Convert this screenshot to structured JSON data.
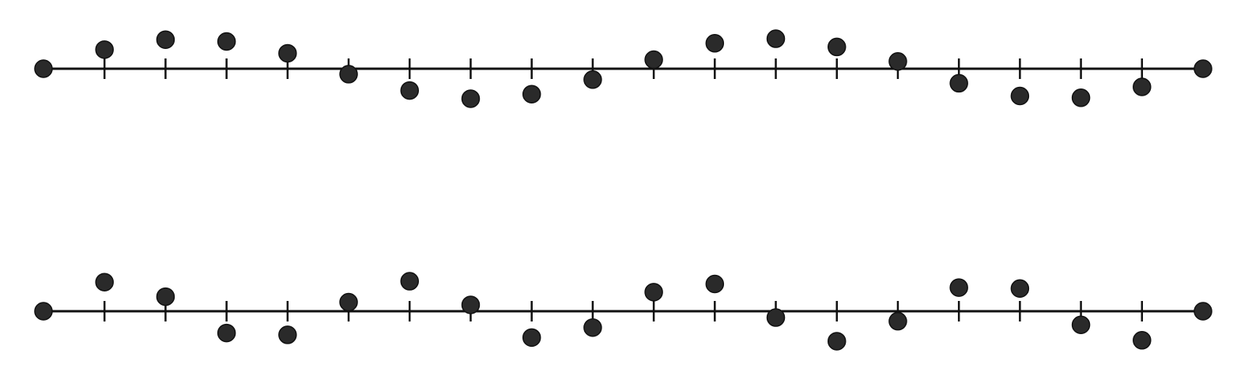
{
  "chart_data": [
    {
      "type": "scatter",
      "name": "upper-row",
      "x": [
        0,
        1,
        2,
        3,
        4,
        5,
        6,
        7,
        8,
        9,
        10,
        11,
        12,
        13,
        14,
        15,
        16,
        17,
        18,
        19
      ],
      "values": [
        0,
        2.1,
        3.2,
        3.0,
        1.7,
        -0.6,
        -2.4,
        -3.3,
        -2.8,
        -1.2,
        1.0,
        2.8,
        3.3,
        2.4,
        0.8,
        -1.6,
        -3.0,
        -3.2,
        -2.0,
        0
      ],
      "ylim": [
        -4,
        4
      ],
      "colors": {
        "point": "#2a2a2a",
        "axis": "#111111"
      }
    },
    {
      "type": "scatter",
      "name": "lower-row",
      "x": [
        0,
        1,
        2,
        3,
        4,
        5,
        6,
        7,
        8,
        9,
        10,
        11,
        12,
        13,
        14,
        15,
        16,
        17,
        18,
        19
      ],
      "values": [
        0,
        3.2,
        1.6,
        -2.4,
        -2.6,
        1.0,
        3.3,
        0.7,
        -2.9,
        -1.8,
        2.1,
        3.0,
        -0.7,
        -3.3,
        -1.1,
        2.6,
        2.5,
        -1.5,
        -3.2,
        0
      ],
      "ylim": [
        -4,
        4
      ],
      "colors": {
        "point": "#2a2a2a",
        "axis": "#111111"
      }
    }
  ]
}
